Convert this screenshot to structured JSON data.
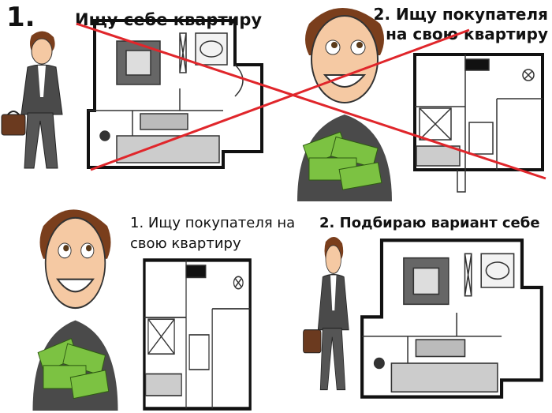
{
  "top": {
    "step_number": "1.",
    "wrong_step1": "Ищу себе квартиру",
    "wrong_step2_line1": "2. Ищу покупателя",
    "wrong_step2_line2": "на свою квартиру"
  },
  "bottom": {
    "right_step1_line1": "1. Ищу покупателя на",
    "right_step1_line2": "свою квартиру",
    "right_step2": "2. Подбираю вариант себе"
  },
  "colors": {
    "cross": "#e0262b",
    "money": "#7cc242",
    "suit": "#4a4a4a",
    "hair": "#7a3e1c",
    "briefcase": "#6b3a1f"
  }
}
